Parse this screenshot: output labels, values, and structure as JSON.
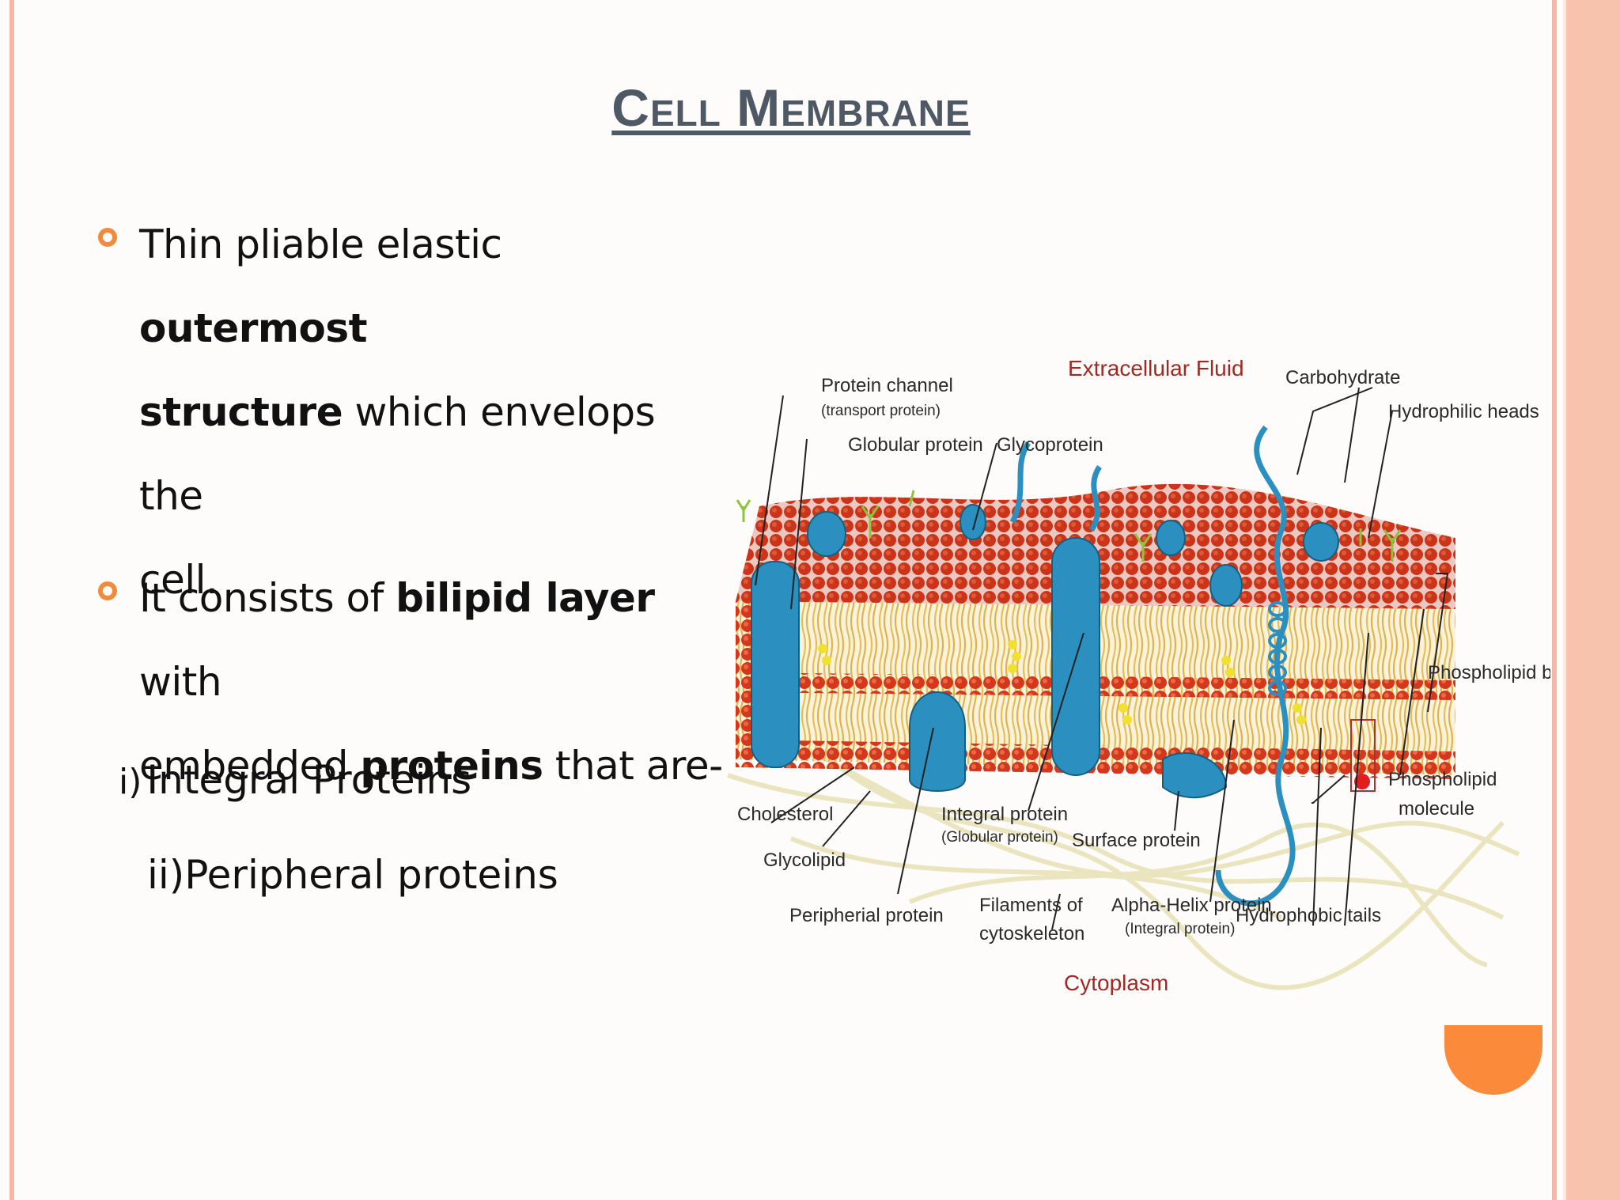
{
  "title": "Cell  Membrane",
  "bullets": [
    {
      "line1": [
        "Thin pliable elastic ",
        "outermost"
      ],
      "line2": [
        "structure",
        " which envelops the"
      ],
      "line3": "cell."
    },
    {
      "line1": [
        "It consists of ",
        "bilipid layer",
        " with"
      ],
      "line2": [
        "embedded ",
        "proteins",
        " that are-"
      ]
    }
  ],
  "subitems": [
    {
      "marker": "i)",
      "text": "Integral Proteins"
    },
    {
      "marker": "ii)",
      "text": "Peripheral proteins"
    }
  ],
  "diagram": {
    "labels": {
      "extracellular_fluid": "Extracellular Fluid",
      "carbohydrate": "Carbohydrate",
      "hydrophilic_heads": "Hydrophilic heads",
      "protein_channel": "Protein channel",
      "transport_protein": "(transport protein)",
      "globular_protein": "Globular protein",
      "glycoprotein": "Glycoprotein",
      "phospholipid_bilayer": "Phospholipid bilayer",
      "phospholipid_molecule_1": "Phospholipid",
      "phospholipid_molecule_2": "molecule",
      "cholesterol": "Cholesterol",
      "integral_protein": "Integral protein",
      "globular_protein_paren": "(Globular protein)",
      "surface_protein": "Surface protein",
      "glycolipid": "Glycolipid",
      "peripherial_protein": "Peripherial protein",
      "filaments_1": "Filaments of",
      "filaments_2": "cytoskeleton",
      "alpha_helix": "Alpha-Helix protein",
      "integral_protein_paren": "(Integral protein)",
      "hydrophobic_tails": "Hydrophobic tails",
      "cytoplasm": "Cytoplasm"
    },
    "colors": {
      "heads": "#d4371c",
      "tails": "#e0b84a",
      "protein": "#2b8fbf",
      "cholesterol": "#f0e030",
      "carbohydrate": "#8cc43c"
    }
  },
  "colors": {
    "accent": "#f28a3e",
    "title": "#4e5965",
    "frame": "#f4b9a4"
  }
}
